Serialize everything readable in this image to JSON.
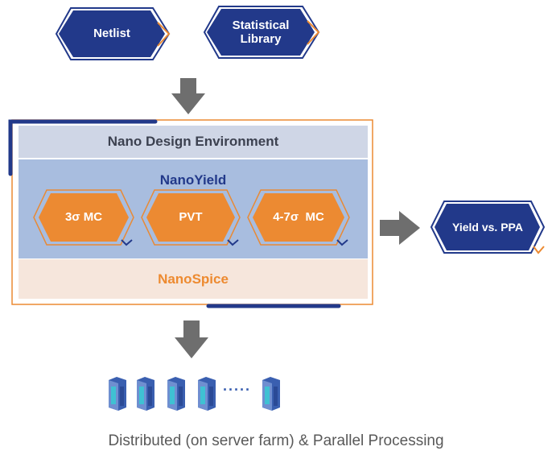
{
  "inputs": {
    "netlist": "Netlist",
    "statistical_library": "Statistical\nLibrary"
  },
  "environment": {
    "design_env_label": "Nano Design Environment",
    "yield_label": "NanoYield",
    "spice_label": "NanoSpice",
    "methods": [
      "3σ MC",
      "PVT",
      "4-7σ  MC"
    ]
  },
  "output": {
    "label": "Yield vs. PPA"
  },
  "caption": "Distributed (on server farm) & Parallel Processing",
  "server_dots": "·····",
  "colors": {
    "navy": "#22398a",
    "orange": "#ec8a32",
    "design_env_band": "#cfd6e6",
    "yield_band": "#a8bddf",
    "spice_band": "#f6e6dc",
    "arrow": "#6e6e6e",
    "spice_text": "#ed8a30"
  }
}
